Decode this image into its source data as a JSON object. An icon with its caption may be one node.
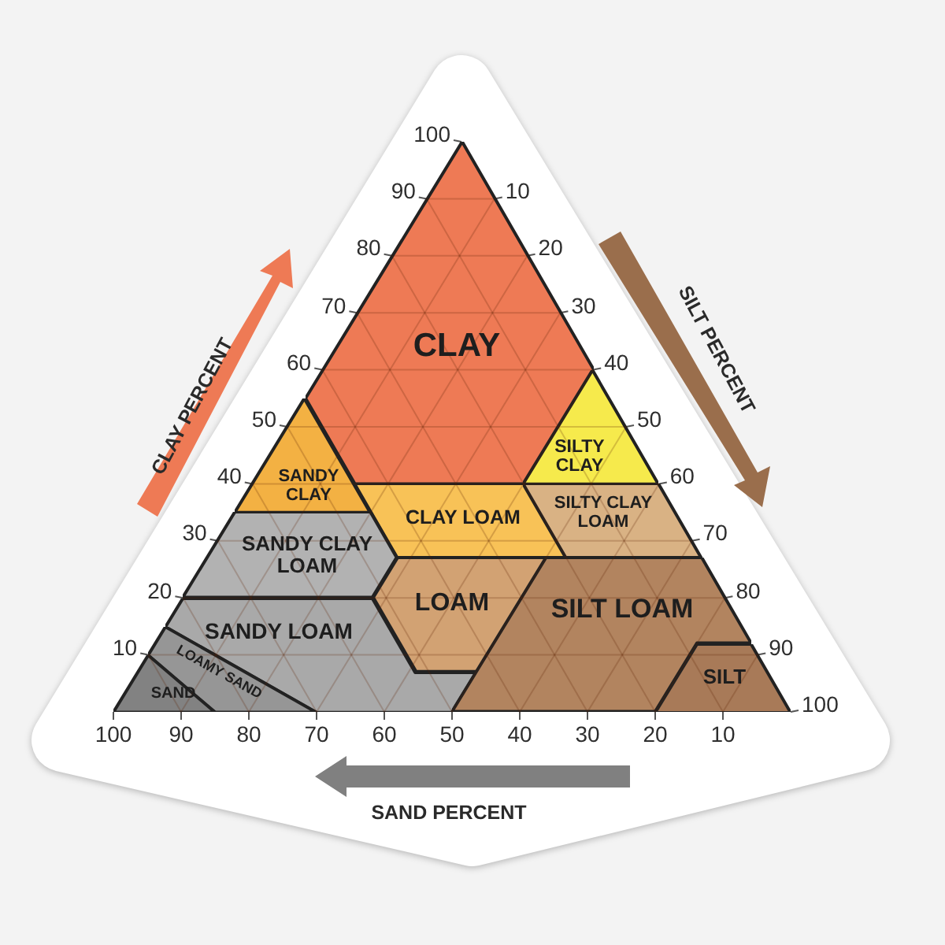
{
  "diagram": {
    "nodes": [
      {
        "text": [
          "CLAY"
        ]
      },
      {
        "text": [
          "SANDY CLAY"
        ]
      },
      {
        "text": [
          "SILTY CLAY"
        ]
      },
      {
        "text": [
          "CLAY LOAM"
        ]
      },
      {
        "text": [
          "SILTY CLAY LOAM"
        ]
      },
      {
        "text": [
          "SANDY CLAY LOAM"
        ]
      },
      {
        "text": [
          "LOAM"
        ]
      },
      {
        "text": [
          "SANDY LOAM"
        ]
      },
      {
        "text": [
          "SILT LOAM"
        ]
      },
      {
        "text": [
          "LOAMY SAND"
        ]
      },
      {
        "text": [
          "SAND"
        ]
      },
      {
        "text": [
          "SILT"
        ]
      }
    ],
    "labels": [
      "100",
      "90",
      "80",
      "70",
      "60",
      "50",
      "40",
      "30",
      "20",
      "10",
      "10",
      "20",
      "30",
      "40",
      "50",
      "60",
      "70",
      "80",
      "90",
      "100",
      "100",
      "90",
      "80",
      "70",
      "60",
      "50",
      "40",
      "30",
      "20",
      "10",
      "CLAY PERCENT",
      "SILT PERCENT",
      "SAND PERCENT"
    ]
  }
}
